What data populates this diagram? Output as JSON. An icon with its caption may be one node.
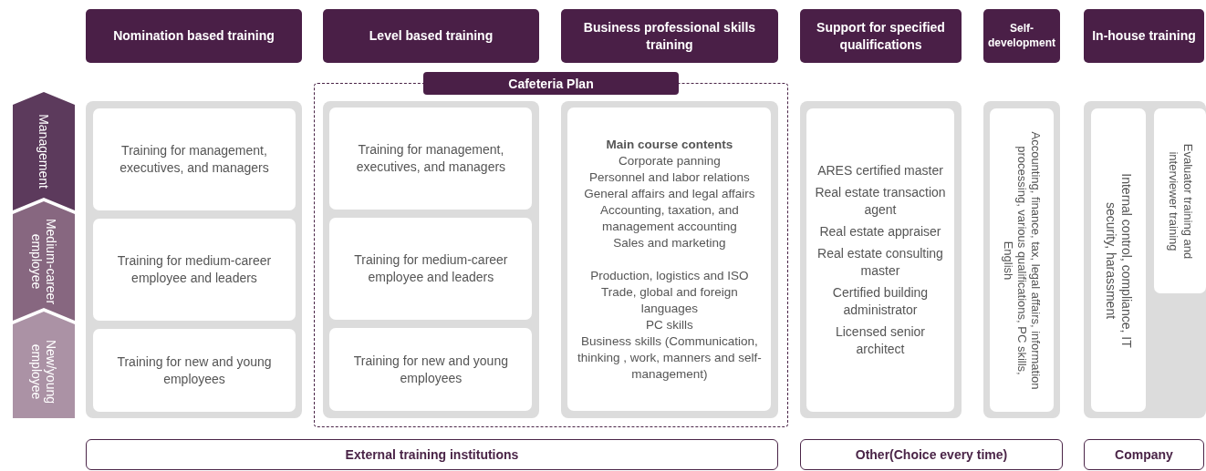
{
  "diagram": {
    "nodes": [
      {
        "text": [
          "Nomination based training"
        ]
      },
      {
        "text": [
          "Level based training"
        ]
      },
      {
        "text": [
          "Business professional skills training"
        ]
      },
      {
        "text": [
          "Support for specified qualifications"
        ]
      },
      {
        "text": [
          "Self-development"
        ]
      },
      {
        "text": [
          "In-house training"
        ]
      },
      {
        "text": [
          "Cafeteria Plan"
        ]
      },
      {
        "text": [
          "Management"
        ]
      },
      {
        "text": [
          "Medium-career employee"
        ]
      },
      {
        "text": [
          "New/young employee"
        ]
      },
      {
        "text": [
          "Training for management, executives, and managers"
        ]
      },
      {
        "text": [
          "Training for medium-career employee and leaders"
        ]
      },
      {
        "text": [
          "Training for new and young employees"
        ]
      },
      {
        "text": [
          "Training for management, executives, and managers"
        ],
        "in": 6
      },
      {
        "text": [
          "Training for medium-career employee and leaders"
        ],
        "in": 6
      },
      {
        "text": [
          "Training for new and young employees"
        ],
        "in": 6
      },
      {
        "text": [
          "Main course contents",
          "Corporate panning",
          "Personnel and labor relations",
          "General affairs and legal affairs",
          "Accounting, taxation, and management accounting",
          "Sales and marketing",
          "Production, logistics and ISO",
          "Trade, global and foreign languages",
          "PC skills",
          "Business skills (Communication, thinking , work, manners and self-management)"
        ],
        "in": 6
      },
      {
        "text": [
          "ARES certified master",
          "Real estate transaction agent",
          "Real estate appraiser",
          "Real estate consulting master",
          "Certified building administrator",
          "Licensed senior architect"
        ]
      },
      {
        "text": [
          "Accounting, finance, tax, legal affairs, information processing, various qualifications, PC skills, English"
        ]
      },
      {
        "text": [
          "Internal control, compliance, IT security, harassment"
        ]
      },
      {
        "text": [
          "Evaluator training and interviewer training"
        ]
      },
      {
        "text": [
          "External training institutions"
        ]
      },
      {
        "text": [
          "Other(Choice every time)"
        ]
      },
      {
        "text": [
          "Company"
        ]
      }
    ]
  }
}
